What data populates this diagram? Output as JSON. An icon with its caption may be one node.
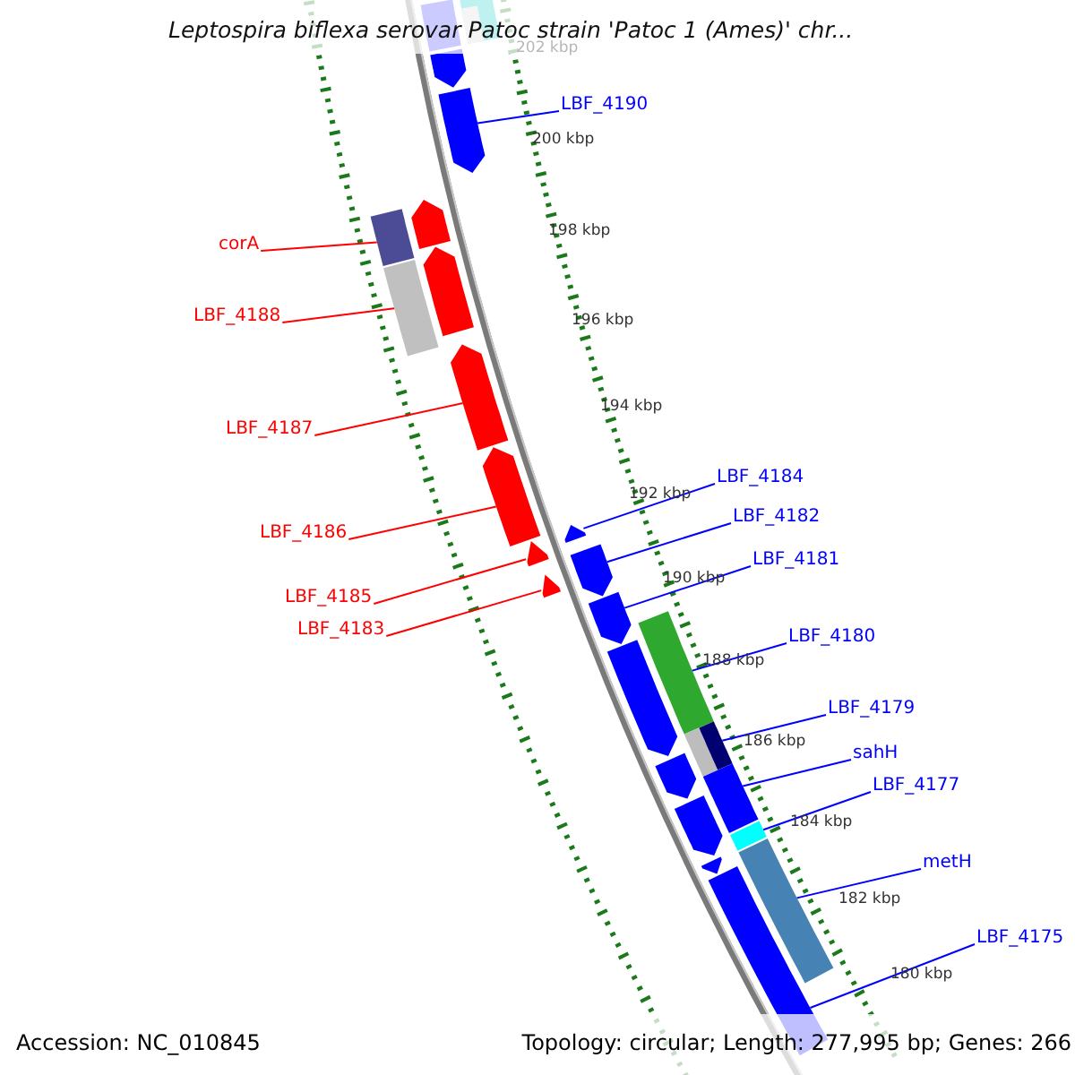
{
  "diagram": {
    "title": "Leptospira biflexa serovar Patoc strain 'Patoc 1 (Ames)' chr...",
    "nodes": [
      {
        "text": [
          "LBF_4190"
        ]
      },
      {
        "text": [
          "corA"
        ]
      },
      {
        "text": [
          "LBF_4188"
        ]
      },
      {
        "text": [
          "LBF_4187"
        ]
      },
      {
        "text": [
          "LBF_4184"
        ]
      },
      {
        "text": [
          "LBF_4182"
        ]
      },
      {
        "text": [
          "LBF_4186"
        ]
      },
      {
        "text": [
          "LBF_4181"
        ]
      },
      {
        "text": [
          "LBF_4185"
        ]
      },
      {
        "text": [
          "LBF_4183"
        ]
      },
      {
        "text": [
          "LBF_4180"
        ]
      },
      {
        "text": [
          "LBF_4179"
        ]
      },
      {
        "text": [
          "sahH"
        ]
      },
      {
        "text": [
          "LBF_4177"
        ]
      },
      {
        "text": [
          "metH"
        ]
      },
      {
        "text": [
          "LBF_4175"
        ]
      },
      {
        "text": [],
        "shape": "bar"
      },
      {
        "text": [],
        "shape": "bar"
      },
      {
        "text": [],
        "shape": "bar",
        "in": 16
      },
      {
        "text": [],
        "shape": "arrow"
      },
      {
        "text": [],
        "shape": "arrow"
      },
      {
        "text": [],
        "shape": "arrow"
      },
      {
        "text": [],
        "shape": "bar"
      },
      {
        "text": [],
        "shape": "arrow"
      },
      {
        "text": [],
        "shape": "bar"
      },
      {
        "text": [],
        "shape": "arrow"
      },
      {
        "text": [],
        "shape": "arrow"
      },
      {
        "text": [],
        "shape": "arrow"
      },
      {
        "text": [],
        "shape": "arrow"
      },
      {
        "text": [],
        "shape": "arrow"
      },
      {
        "text": [],
        "shape": "arrow"
      },
      {
        "text": [],
        "shape": "arrow"
      },
      {
        "text": [],
        "shape": "bar"
      },
      {
        "text": [],
        "shape": "arrow"
      },
      {
        "text": [],
        "shape": "bar"
      },
      {
        "text": [],
        "shape": "arrow"
      },
      {
        "text": [],
        "shape": "bar"
      },
      {
        "text": [],
        "shape": "arrow"
      },
      {
        "text": [],
        "shape": "bar"
      },
      {
        "text": [],
        "shape": "arrow"
      },
      {
        "text": [],
        "shape": "bar"
      },
      {
        "text": [],
        "shape": "bar"
      }
    ],
    "edges": [
      {
        "from": 0,
        "to": 20,
        "arrow": "none"
      },
      {
        "from": 1,
        "to": 22,
        "arrow": "none",
        "color": "#ff0000"
      },
      {
        "from": 2,
        "to": 24,
        "arrow": "none",
        "color": "#ff0000"
      },
      {
        "from": 3,
        "to": 25,
        "arrow": "none",
        "color": "#ff0000"
      },
      {
        "from": 4,
        "to": 27,
        "arrow": "none"
      },
      {
        "from": 5,
        "to": 29,
        "arrow": "none"
      },
      {
        "from": 6,
        "to": 26,
        "arrow": "none",
        "color": "#ff0000"
      },
      {
        "from": 7,
        "to": 31,
        "arrow": "none"
      },
      {
        "from": 8,
        "to": 28,
        "arrow": "none",
        "color": "#ff0000"
      },
      {
        "from": 9,
        "to": 30,
        "arrow": "none",
        "color": "#ff0000"
      },
      {
        "from": 10,
        "to": 32,
        "arrow": "none"
      },
      {
        "from": 11,
        "to": 34,
        "arrow": "none"
      },
      {
        "from": 12,
        "to": 36,
        "arrow": "none"
      },
      {
        "from": 13,
        "to": 38,
        "arrow": "none"
      },
      {
        "from": 14,
        "to": 40,
        "arrow": "none"
      },
      {
        "from": 15,
        "to": 41,
        "arrow": "none"
      }
    ],
    "labels": [
      "202 kbp",
      "200 kbp",
      "198 kbp",
      "196 kbp",
      "194 kbp",
      "192 kbp",
      "190 kbp",
      "188 kbp",
      "186 kbp",
      "184 kbp",
      "182 kbp",
      "180 kbp",
      "Accession: NC_010845",
      "Topology: circular; Length: 277,995 bp; Genes: 266"
    ]
  }
}
